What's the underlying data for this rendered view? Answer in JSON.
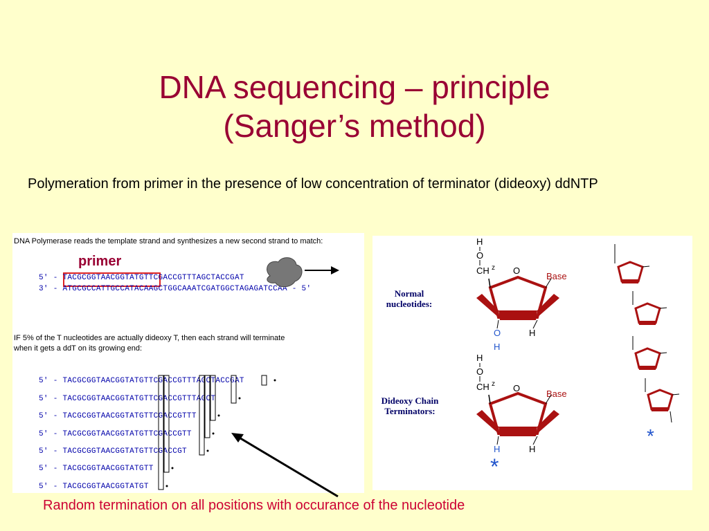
{
  "slide": {
    "title_line1": "DNA sequencing – principle",
    "title_line2": "(Sanger’s method)",
    "subtitle": "Polymeration from primer in the presence of low concentration of terminator (dideoxy) ddNTP",
    "caption": "Random termination on all positions with occurance of the nucleotide"
  },
  "left_figure": {
    "header": "DNA Polymerase reads the template strand and synthesizes a new second strand to match:",
    "primer_label": "primer",
    "strand5": "5' - TACGCGGTAACGGTATGTTCGACCGTTTAGCTACCGAT",
    "strand3": "3' - ATGCGCCATTGCCATACAAGCTGGCAAATCGATGGCTAGAGATCCAA - 5'",
    "note_line1": "IF 5% of the T nucleotides are actually dideoxy T, then each strand will terminate",
    "note_line2": "when it gets a ddT on its growing end:",
    "fragments": [
      "5' - TACGCGGTAACGGTATGTTCGACCGTTTAGCTACCGAT",
      "5' - TACGCGGTAACGGTATGTTCGACCGTTTAGCT",
      "5' - TACGCGGTAACGGTATGTTCGACCGTTT",
      "5' - TACGCGGTAACGGTATGTTCGACCGTT",
      "5' - TACGCGGTAACGGTATGTTCGACCGT",
      "5' - TACGCGGTAACGGTATGTT",
      "5' - TACGCGGTAACGGTATGT"
    ]
  },
  "right_figure": {
    "normal_label_1": "Normal",
    "normal_label_2": "nucleotides:",
    "dideoxy_label_1": "Dideoxy Chain",
    "dideoxy_label_2": "Terminators:",
    "atoms": {
      "h": "H",
      "o": "O",
      "ch": "CH",
      "z": "z",
      "base": "Base",
      "asterisk": "*"
    }
  },
  "colors": {
    "background": "#ffffcc",
    "title": "#990033",
    "caption": "#cc0033",
    "ring": "#aa1111",
    "sequence": "#0000aa"
  }
}
